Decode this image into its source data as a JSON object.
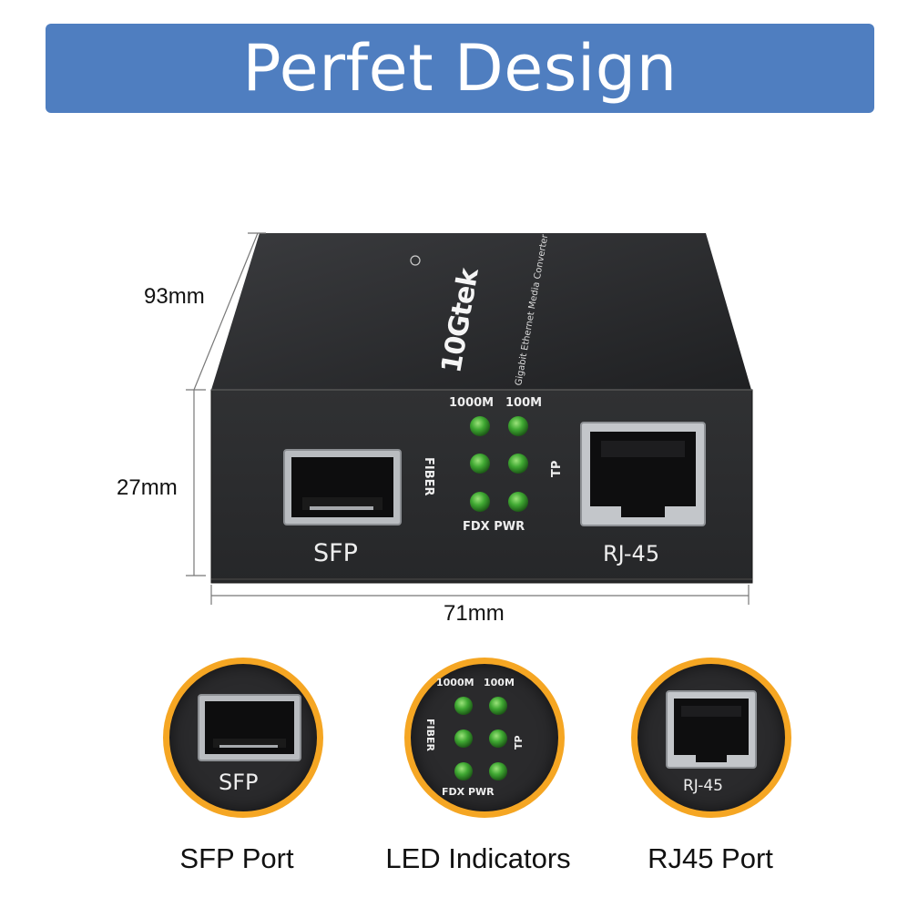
{
  "banner": {
    "title": "Perfet Design"
  },
  "device": {
    "brand": "10Gtek",
    "brand_subtitle": "Gigabit Ethernet Media Converter",
    "dimensions": {
      "depth": "93mm",
      "height": "27mm",
      "width": "71mm"
    },
    "front_labels": {
      "speed_left": "1000M",
      "speed_right": "100M",
      "fiber": "FIBER",
      "tp": "TP",
      "fdx_pwr": "FDX PWR",
      "sfp": "SFP",
      "rj45": "RJ-45"
    },
    "led_color": "#3fa832"
  },
  "closeups": [
    {
      "caption": "SFP Port",
      "inner_label": "SFP"
    },
    {
      "caption": "LED Indicators",
      "speed_left": "1000M",
      "speed_right": "100M",
      "fiber": "FIBER",
      "tp": "TP",
      "fdx_pwr": "FDX PWR"
    },
    {
      "caption": "RJ45 Port",
      "inner_label": "RJ-45"
    }
  ],
  "colors": {
    "banner": "#4f7ec0",
    "ring": "#f5a623",
    "device_body": "#2b2b2d"
  }
}
